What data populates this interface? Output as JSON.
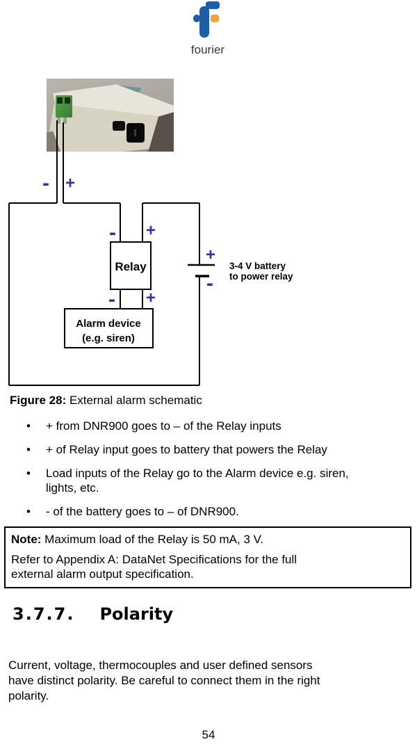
{
  "logo": {
    "text": "fourier",
    "blue": "#1d5fa5",
    "orange": "#f2a33c"
  },
  "schematic": {
    "plus": "+",
    "minus": "-",
    "label_color": "#333399",
    "relay_label": "Relay",
    "alarm_line1": "Alarm device",
    "alarm_line2": "(e.g. siren)",
    "battery_line1": "3-4 V battery",
    "battery_line2": "to power relay"
  },
  "caption": {
    "label": "Figure 28:",
    "text": " External alarm schematic"
  },
  "bullet_glyph": "•",
  "bullets": [
    {
      "lines": [
        "+ from DNR900 goes to – of the Relay inputs"
      ]
    },
    {
      "lines": [
        "+ of Relay input goes to battery that powers the Relay"
      ]
    },
    {
      "lines": [
        "Load inputs of the Relay go to the Alarm device e.g. siren,",
        "lights, etc."
      ]
    },
    {
      "lines": [
        "- of the battery goes to – of DNR900."
      ]
    }
  ],
  "note": {
    "label": "Note:",
    "text": " Maximum load of the Relay is 50 mA, 3 V.",
    "body_lines": [
      "Refer to Appendix A: DataNet Specifications for the full",
      "external alarm output specification."
    ]
  },
  "section": {
    "number": "3.7.7.",
    "title": "Polarity"
  },
  "paragraph": {
    "lines": [
      "Current, voltage, thermocouples and user defined sensors",
      "have distinct polarity. Be careful to connect them in the right",
      "polarity."
    ]
  },
  "page_number": "54"
}
